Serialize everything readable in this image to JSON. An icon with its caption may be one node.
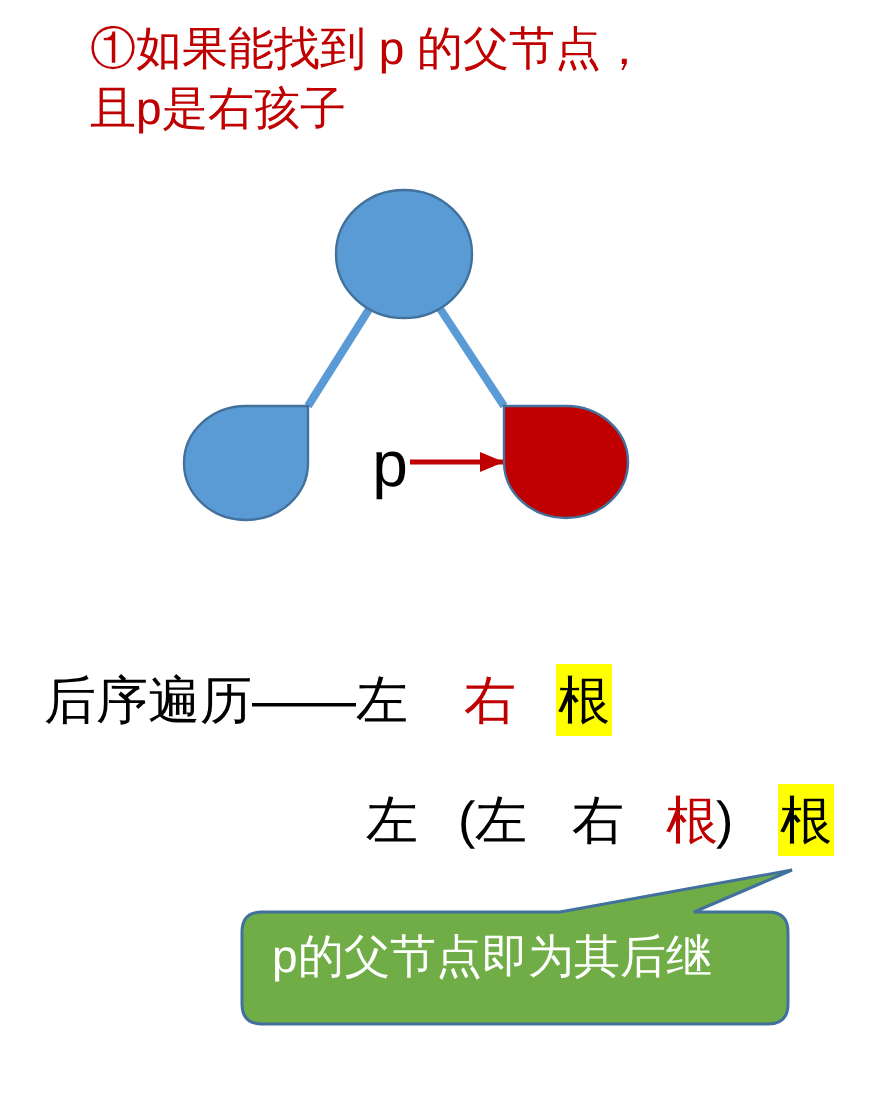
{
  "diagram": {
    "title": "①如果能找到 p 的父节点，且p是右孩子",
    "nodes": [
      {
        "text": [],
        "shape": "circle"
      },
      {
        "text": [],
        "shape": "teardrop"
      },
      {
        "text": [],
        "shape": "teardrop"
      },
      {
        "text": [
          "p"
        ]
      },
      {
        "text": [
          "p的父节点即为其后继"
        ]
      }
    ],
    "edges": [
      {
        "from": 0,
        "to": 1,
        "arrow": "none"
      },
      {
        "from": 0,
        "to": 2,
        "arrow": "none"
      },
      {
        "from": 3,
        "to": 2,
        "arrow": "to",
        "color": "#c00000"
      }
    ],
    "labels": [
      "后序遍历——左",
      "右",
      "根",
      "左",
      "(左",
      "右",
      "根",
      ")",
      "根"
    ]
  }
}
